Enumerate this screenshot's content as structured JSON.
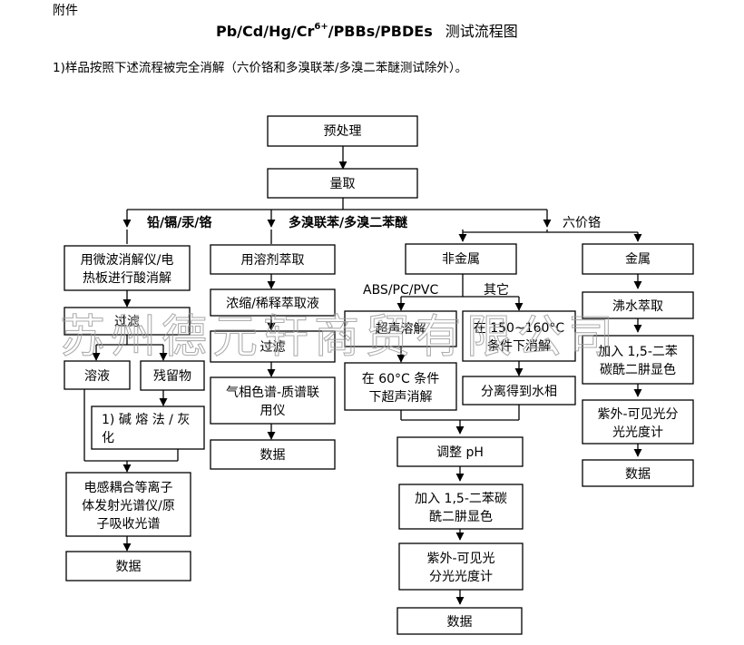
{
  "header": {
    "corner": "附件",
    "title_a": "Pb/Cd/Hg/Cr",
    "title_sup": "6+",
    "title_b": "/PBBs/PBDEs",
    "title_c": "测试流程图",
    "intro": "1)样品按照下述流程被完全消解（六价铬和多溴联苯/多溴二苯醚测试除外）。"
  },
  "watermark": "苏州德元轩商贸有限公司",
  "nodes": {
    "pretreat": "预处理",
    "measure": "量取",
    "microwave": [
      "用微波消解仪/电",
      "热板进行酸消解"
    ],
    "filter1": "过滤",
    "solution": "溶液",
    "residue": "残留物",
    "alkali": [
      "1)  碱 熔 法 / 灰",
      "化"
    ],
    "icp": [
      "电感耦合等离子",
      "体发射光谱仪/原",
      "子吸收光谱"
    ],
    "data1": "数据",
    "solvent": "用溶剂萃取",
    "concentrate": "浓缩/稀释萃取液",
    "filter2": "过滤",
    "gcms": [
      "气相色谱-质谱联",
      "用仪"
    ],
    "data2": "数据",
    "nonmetal": "非金属",
    "ultrasonic": "超声溶解",
    "at60": [
      "在 60°C 条件",
      "下超声消解"
    ],
    "at150": [
      "在 150~160°C",
      "条件下消解"
    ],
    "separate": "分离得到水相",
    "adjust": "调整 pH",
    "add_mid": [
      "加入 1,5-二苯碳",
      "酰二肼显色"
    ],
    "uv_mid": [
      "紫外-可见光",
      "分光光度计"
    ],
    "data3": "数据",
    "metal": "金属",
    "boil": "沸水萃取",
    "add_right": [
      "加入 1,5-二苯",
      "碳酰二肼显色"
    ],
    "uv_right": [
      "紫外-可见光分",
      "光光度计"
    ],
    "data4": "数据"
  },
  "branch_labels": {
    "heavy_metals": "铅/镉/汞/铬",
    "pbb": "多溴联苯/多溴二苯醚",
    "cr6": "六价铬",
    "abs": "ABS/PC/PVC",
    "other": "其它"
  }
}
